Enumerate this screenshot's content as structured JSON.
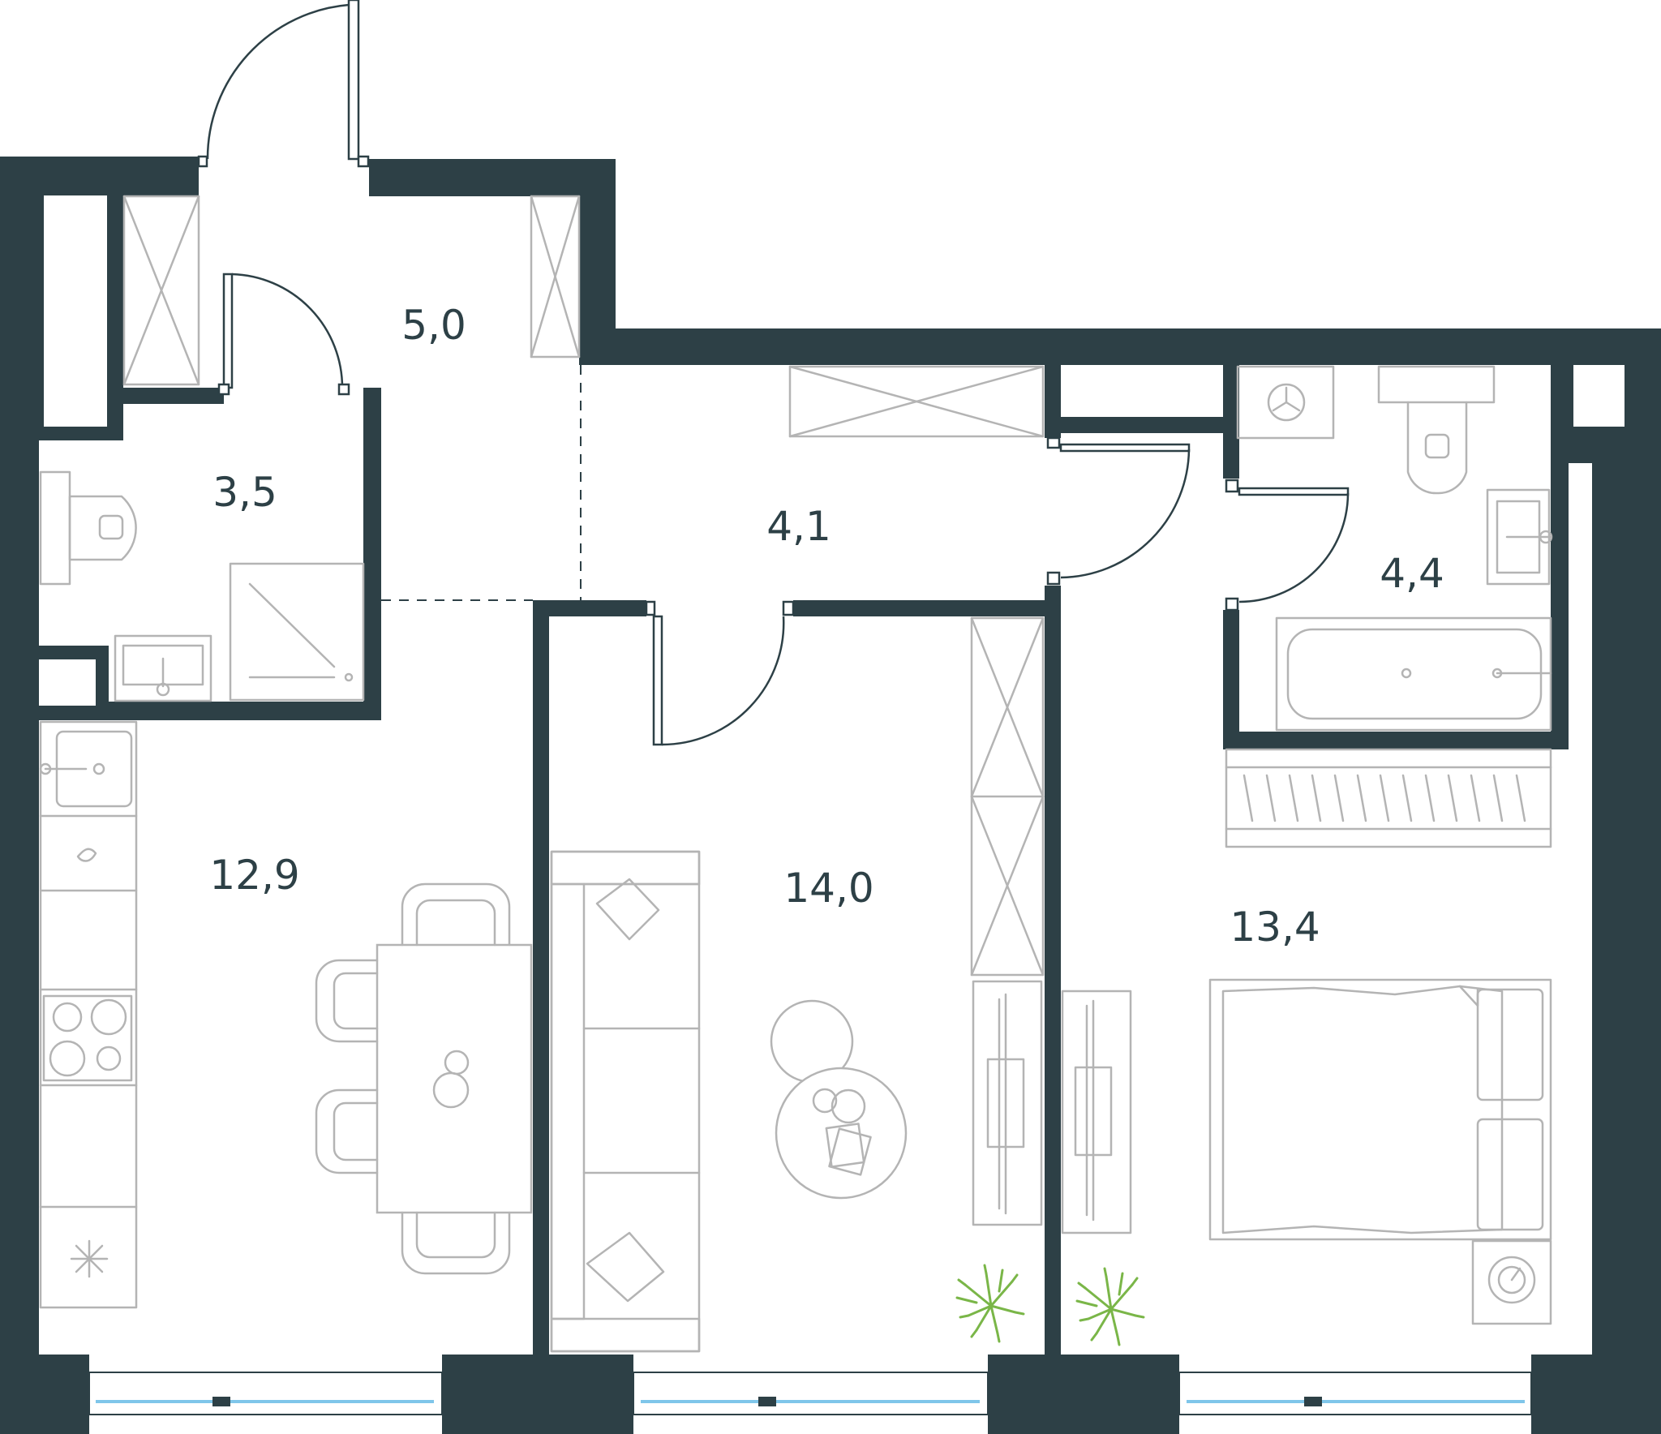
{
  "rooms": [
    {
      "id": "hall",
      "area": "5,0"
    },
    {
      "id": "bathroom-small",
      "area": "3,5"
    },
    {
      "id": "corridor",
      "area": "4,1"
    },
    {
      "id": "bathroom",
      "area": "4,4"
    },
    {
      "id": "kitchen",
      "area": "12,9"
    },
    {
      "id": "living-room",
      "area": "14,0"
    },
    {
      "id": "bedroom",
      "area": "13,4"
    }
  ],
  "colors": {
    "wall": "#2d4046",
    "furniture": "#b4b4b4",
    "plant": "#7ab648",
    "glass": "#7fc6ea"
  }
}
